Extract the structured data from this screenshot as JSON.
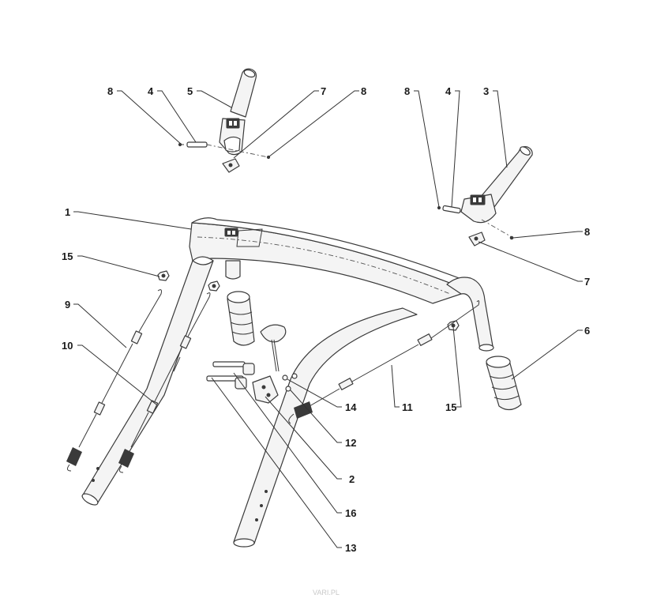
{
  "diagram": {
    "labels": [
      {
        "id": "8a",
        "text": "8"
      },
      {
        "id": "4a",
        "text": "4"
      },
      {
        "id": "5",
        "text": "5"
      },
      {
        "id": "7a",
        "text": "7"
      },
      {
        "id": "8b",
        "text": "8"
      },
      {
        "id": "8c",
        "text": "8"
      },
      {
        "id": "4b",
        "text": "4"
      },
      {
        "id": "3",
        "text": "3"
      },
      {
        "id": "8d",
        "text": "8"
      },
      {
        "id": "7b",
        "text": "7"
      },
      {
        "id": "1",
        "text": "1"
      },
      {
        "id": "15a",
        "text": "15"
      },
      {
        "id": "9",
        "text": "9"
      },
      {
        "id": "10",
        "text": "10"
      },
      {
        "id": "6",
        "text": "6"
      },
      {
        "id": "14",
        "text": "14"
      },
      {
        "id": "11",
        "text": "11"
      },
      {
        "id": "15b",
        "text": "15"
      },
      {
        "id": "12",
        "text": "12"
      },
      {
        "id": "2",
        "text": "2"
      },
      {
        "id": "16",
        "text": "16"
      },
      {
        "id": "13",
        "text": "13"
      }
    ],
    "watermark": "VARI.PL"
  }
}
